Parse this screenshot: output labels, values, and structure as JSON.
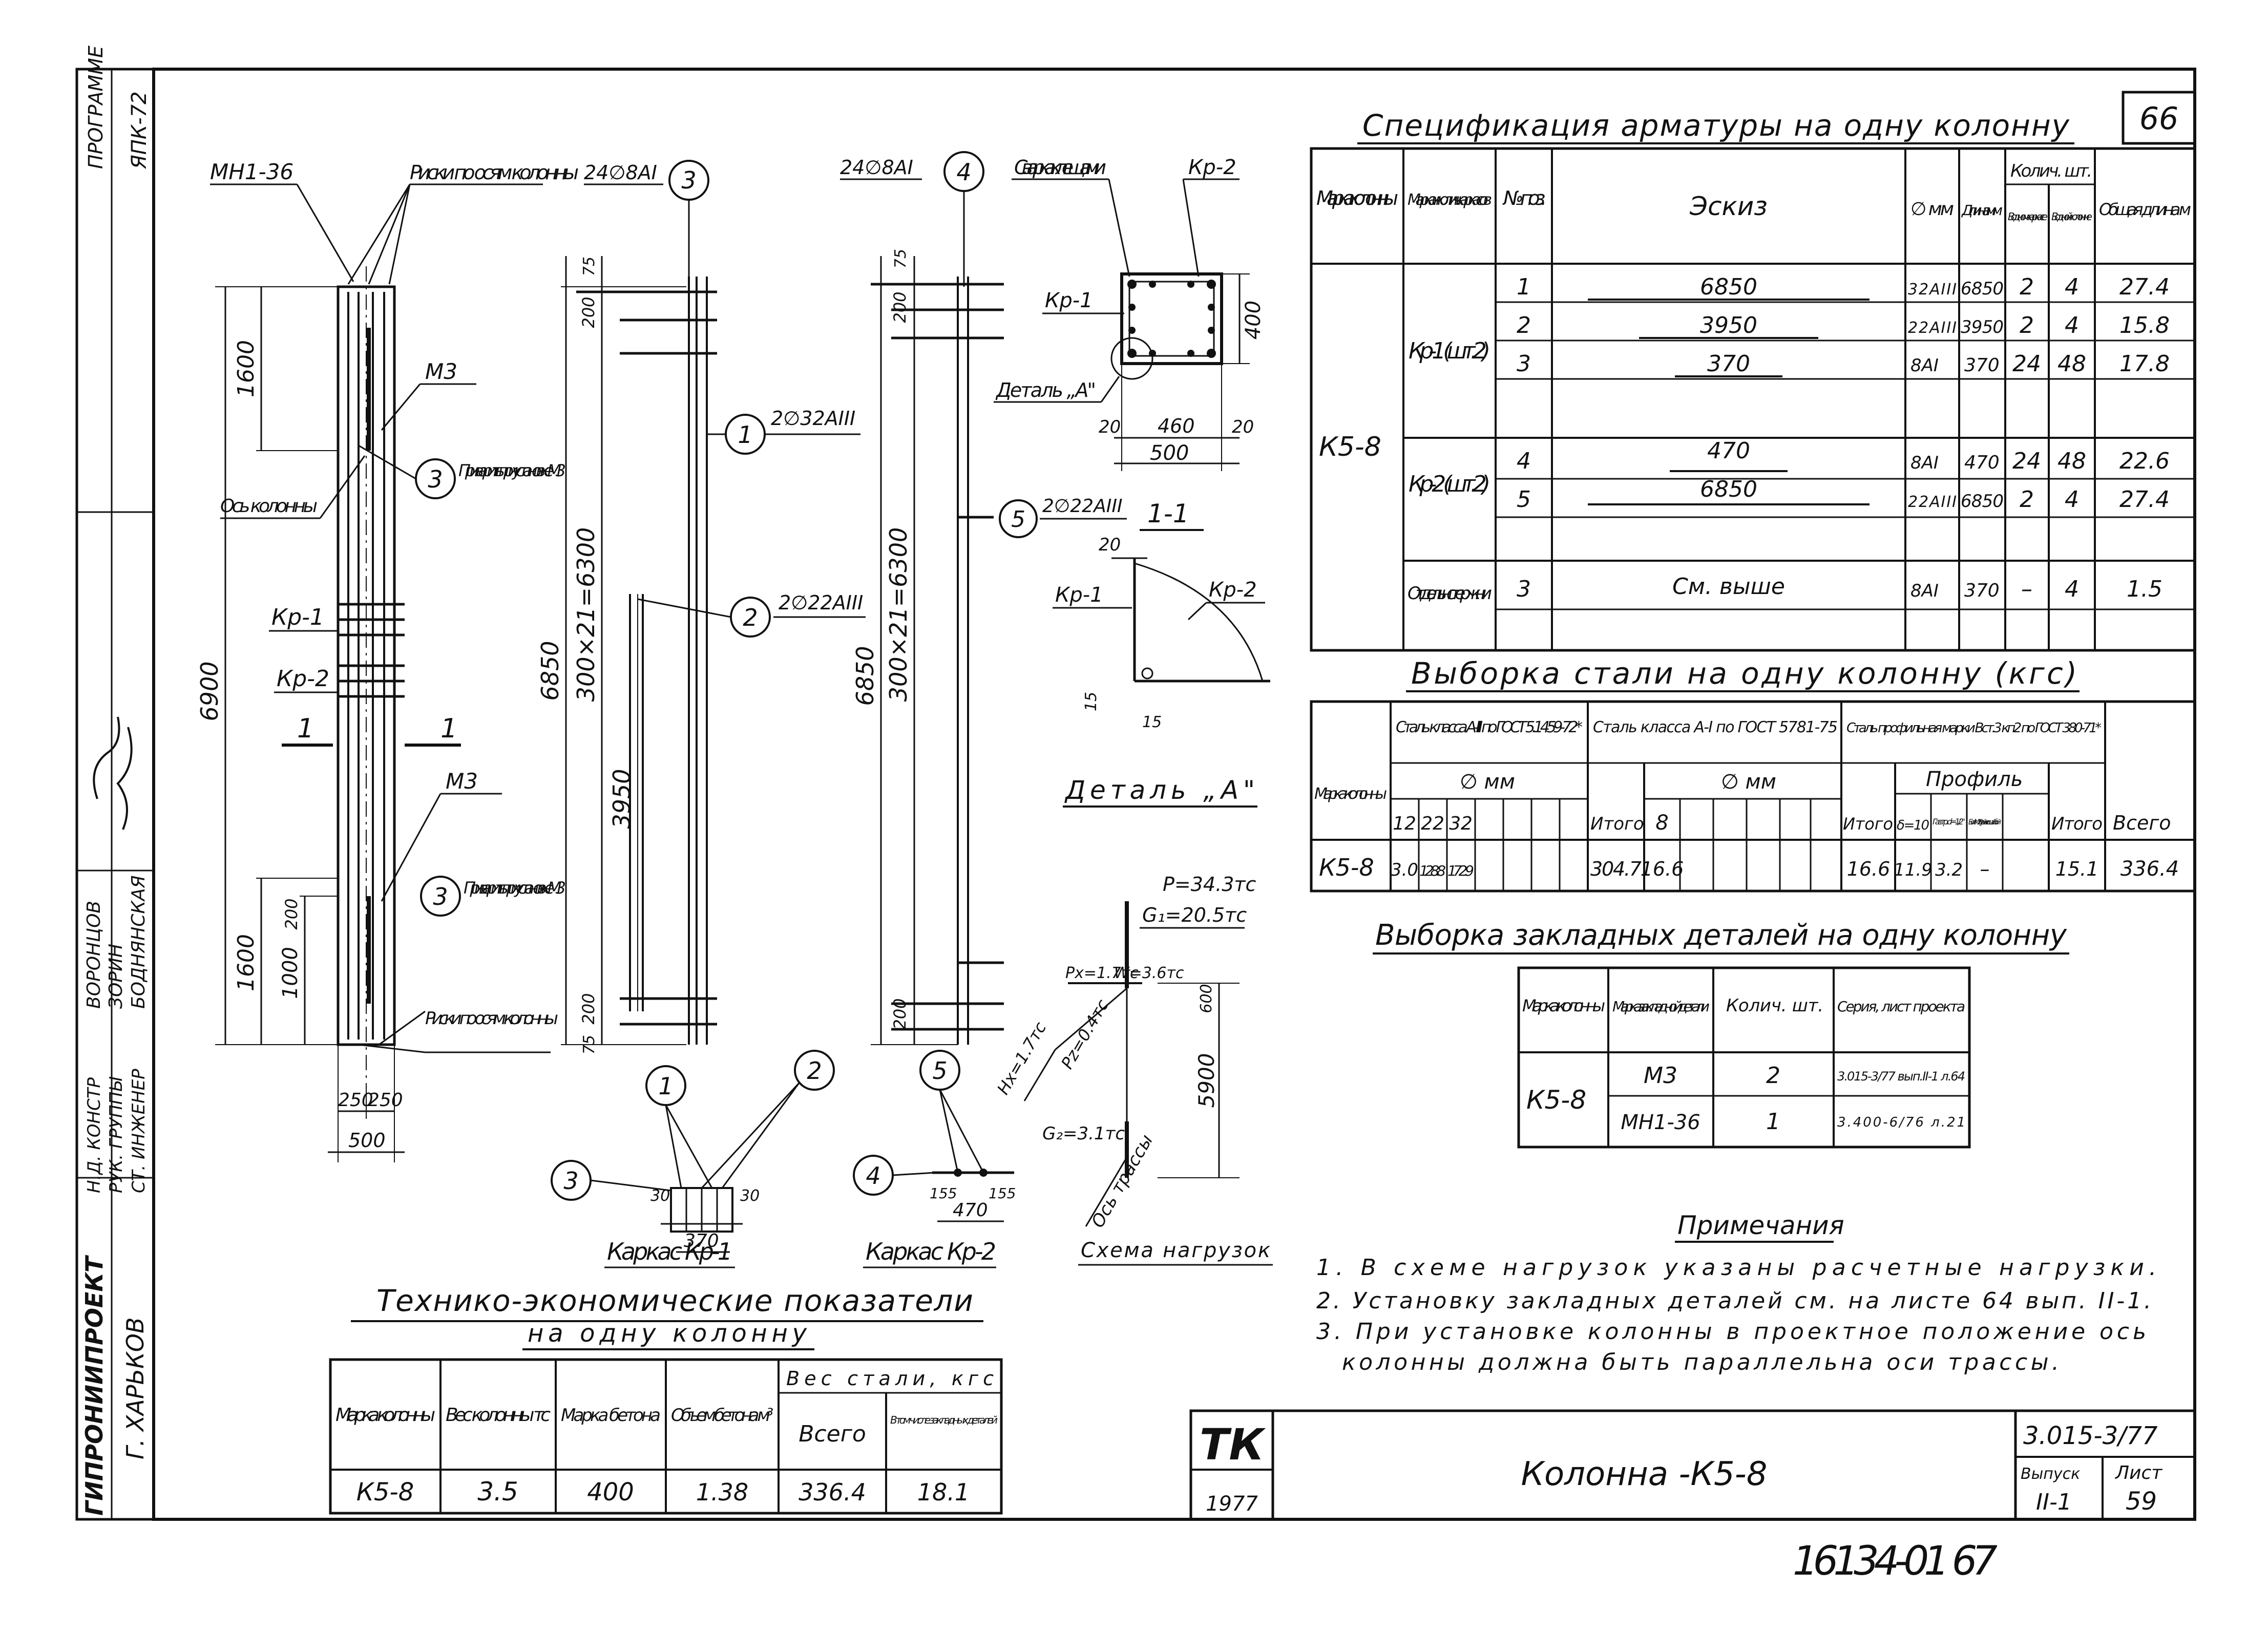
{
  "sheet": {
    "page_no": "66",
    "footer_no": "16134-01 67"
  },
  "left_strip": {
    "lines": [
      "ПРОГРАММЕ",
      "ЯПК-72"
    ],
    "org": "ГИПРОНИИПРОЕКТ",
    "city": "Г. ХАРЬКОВ",
    "roles": [
      "Н.Д. КОНСТР",
      "РУК. ГРУППЫ",
      "СТ. ИНЖЕНЕР"
    ],
    "names": [
      "ВОРОНЦОВ",
      "ЗОРИН",
      "БОДНЯНСКАЯ"
    ]
  },
  "title_block": {
    "logo": "ТК",
    "year": "1977",
    "title": "Колонна -К5-8",
    "code": "3.015-3/77",
    "issue_label": "Выпуск",
    "issue": "II-1",
    "sheet_label": "Лист",
    "sheet": "59"
  },
  "drawing": {
    "mn": "МН1-36",
    "marks_axes": "Риски по осям колонны",
    "m3": "М3",
    "weld_note": "Приварить при установке М3",
    "axis": "Ось колонны",
    "kr1": "Кр-1",
    "kr2": "Кр-2",
    "sec1": "1",
    "d1600": "1600",
    "d6900": "6900",
    "d1000": "1000",
    "d250a": "250",
    "d250b": "250",
    "d500": "500",
    "b1": "24∅8АI",
    "b1n": "3",
    "b2": "24∅8АI",
    "b2n": "4",
    "d75": "75",
    "d200": "200",
    "d6850": "6850",
    "d300x21": "300×21=6300",
    "d3950": "3950",
    "r1": "2∅32АIII",
    "r1n": "1",
    "r2": "2∅22АIII",
    "r2n": "2",
    "r5": "2∅22АIII",
    "r5n": "5",
    "weld": "Сварка клещами",
    "det_a": "Деталь „А\"",
    "d20": "20",
    "d460": "460",
    "d400": "400",
    "sec_label": "1-1",
    "kark1": "Каркас Кр-1",
    "kark2": "Каркас Кр-2",
    "d370": "370",
    "d470": "470",
    "d30": "30",
    "d155": "155",
    "d15": "15",
    "scheme": "Схема нагрузок",
    "p": "P=34.3тс",
    "g1": "G₁=20.5тс",
    "px": "Pх=1.7тс",
    "w": "W=3.6тс",
    "hx": "Hх=1.7тс",
    "pz": "Pz=0.4тс",
    "g2": "G₂=3.1тс",
    "d5900": "5900",
    "d600": "600",
    "track": "Ось трассы"
  },
  "spec": {
    "title": "Спецификация арматуры на одну колонну",
    "headers": [
      "Марка колонны",
      "Марка и колич. каркасов",
      "№ поз.",
      "Эскиз",
      "∅ мм",
      "Длина мм",
      "В одном каркасе",
      "В одной колонне",
      "Общая длина м"
    ],
    "qty_header": "Колич. шт.",
    "column": "К5-8",
    "groups": [
      {
        "mark": "Кр-1 (шт.2)",
        "rows": [
          {
            "pos": "1",
            "sketch": "6850",
            "d": "32АIII",
            "len": "6850",
            "q1": "2",
            "q2": "4",
            "total": "27.4"
          },
          {
            "pos": "2",
            "sketch": "3950",
            "d": "22АIII",
            "len": "3950",
            "q1": "2",
            "q2": "4",
            "total": "15.8"
          },
          {
            "pos": "3",
            "sketch": "370",
            "d": "8АI",
            "len": "370",
            "q1": "24",
            "q2": "48",
            "total": "17.8"
          }
        ]
      },
      {
        "mark": "Кр-2 (шт.2)",
        "rows": [
          {
            "pos": "4",
            "sketch": "470",
            "d": "8АI",
            "len": "470",
            "q1": "24",
            "q2": "48",
            "total": "22.6"
          },
          {
            "pos": "5",
            "sketch": "6850",
            "d": "22АIII",
            "len": "6850",
            "q1": "2",
            "q2": "4",
            "total": "27.4"
          }
        ]
      },
      {
        "mark": "Отдельн. стержни",
        "rows": [
          {
            "pos": "3",
            "sketch": "См. выше",
            "d": "8АI",
            "len": "370",
            "q1": "–",
            "q2": "4",
            "total": "1.5"
          }
        ]
      }
    ]
  },
  "steel": {
    "title": "Выборка стали на одну колонну (кгс)",
    "col_mark": "Марка колонны",
    "g1": "Сталь класса А-III по ГОСТ 5.1459-72*",
    "g2": "Сталь класса А-I по ГОСТ 5781-75",
    "g3": "Сталь профильная марки Вст.3 кп2 по ГОСТ 380-71*",
    "dmm": "∅ мм",
    "profile": "Профиль",
    "itogo": "Итого",
    "vsego": "Всего",
    "sub_a": [
      "12",
      "22",
      "32"
    ],
    "sub_b": [
      "8"
    ],
    "sub_c": [
      "δ=10",
      "Газ.тр. d=1/2\"",
      "Болт М20 у гайки с шайбой"
    ],
    "row": {
      "mark": "К5-8",
      "a": [
        "3.0",
        "128.8",
        "172.9"
      ],
      "a_total": "304.7",
      "b": [
        "16.6"
      ],
      "b_total": "16.6",
      "c": [
        "11.9",
        "3.2",
        "–"
      ],
      "c_total": "15.1",
      "all": "336.4"
    }
  },
  "embedded": {
    "title": "Выборка закладных деталей на одну колонну",
    "headers": [
      "Марка колонны",
      "Марка закладной детали",
      "Колич. шт.",
      "Серия, лист проекта"
    ],
    "column": "К5-8",
    "rows": [
      {
        "mark": "М3",
        "qty": "2",
        "series": "3.015-3/77 вып.II-1 л.64"
      },
      {
        "mark": "МН1-36",
        "qty": "1",
        "series": "3.400-6/76 л.21"
      }
    ]
  },
  "notes": {
    "title": "Примечания",
    "items": [
      "1. В схеме нагрузок указаны расчетные нагрузки.",
      "2. Установку закладных деталей см. на листе 64 вып. II-1.",
      "3. При установке колонны в проектное положение ось",
      "колонны должна быть параллельна оси трассы."
    ]
  },
  "tech": {
    "title": "Технико-экономические показатели",
    "subtitle": "на одну колонну",
    "headers": [
      "Марка колонны",
      "Вес колонны тс",
      "Марка бетона",
      "Объем бетона м³",
      "Вес стали, кгс",
      "Всего",
      "В том числе закладных деталей"
    ],
    "row": [
      "К5-8",
      "3.5",
      "400",
      "1.38",
      "336.4",
      "18.1"
    ]
  }
}
